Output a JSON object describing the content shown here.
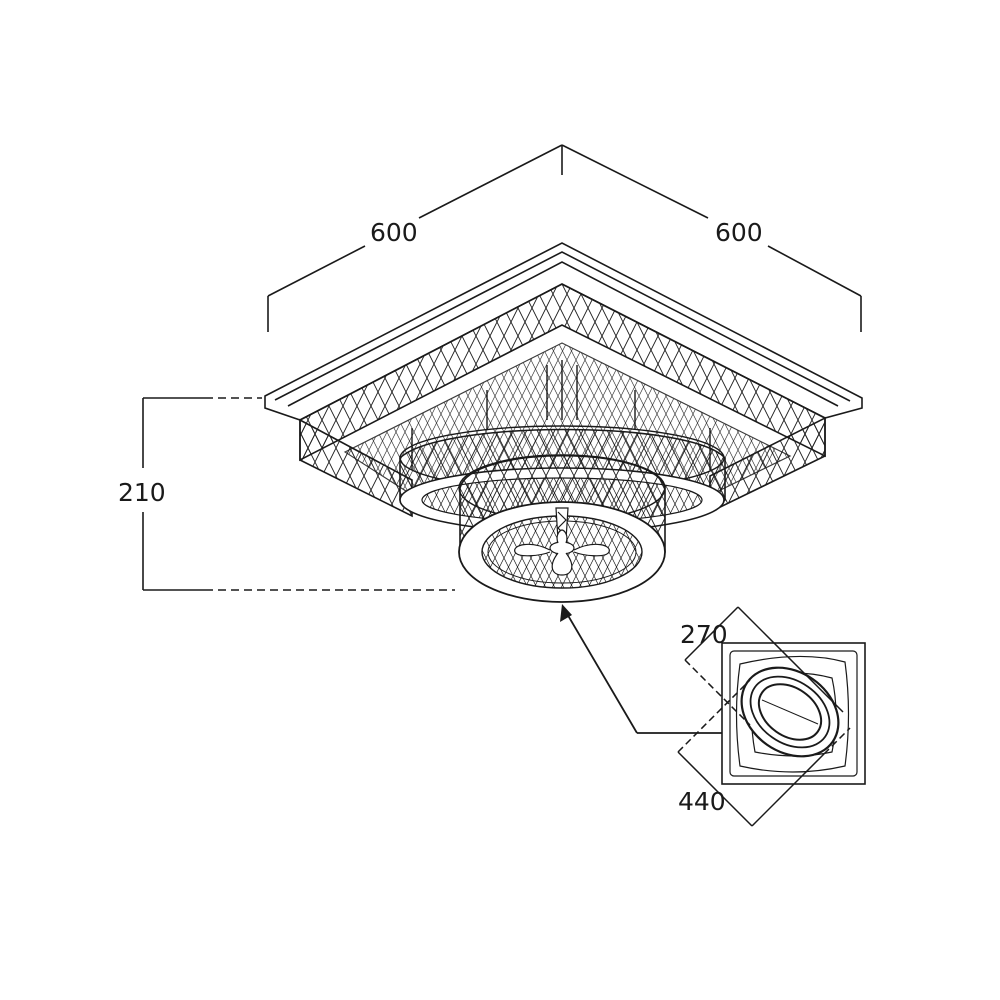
{
  "dimensions": {
    "width_left": "600",
    "width_right": "600",
    "height": "210",
    "inner_ring": "270",
    "outer_ring": "440"
  }
}
